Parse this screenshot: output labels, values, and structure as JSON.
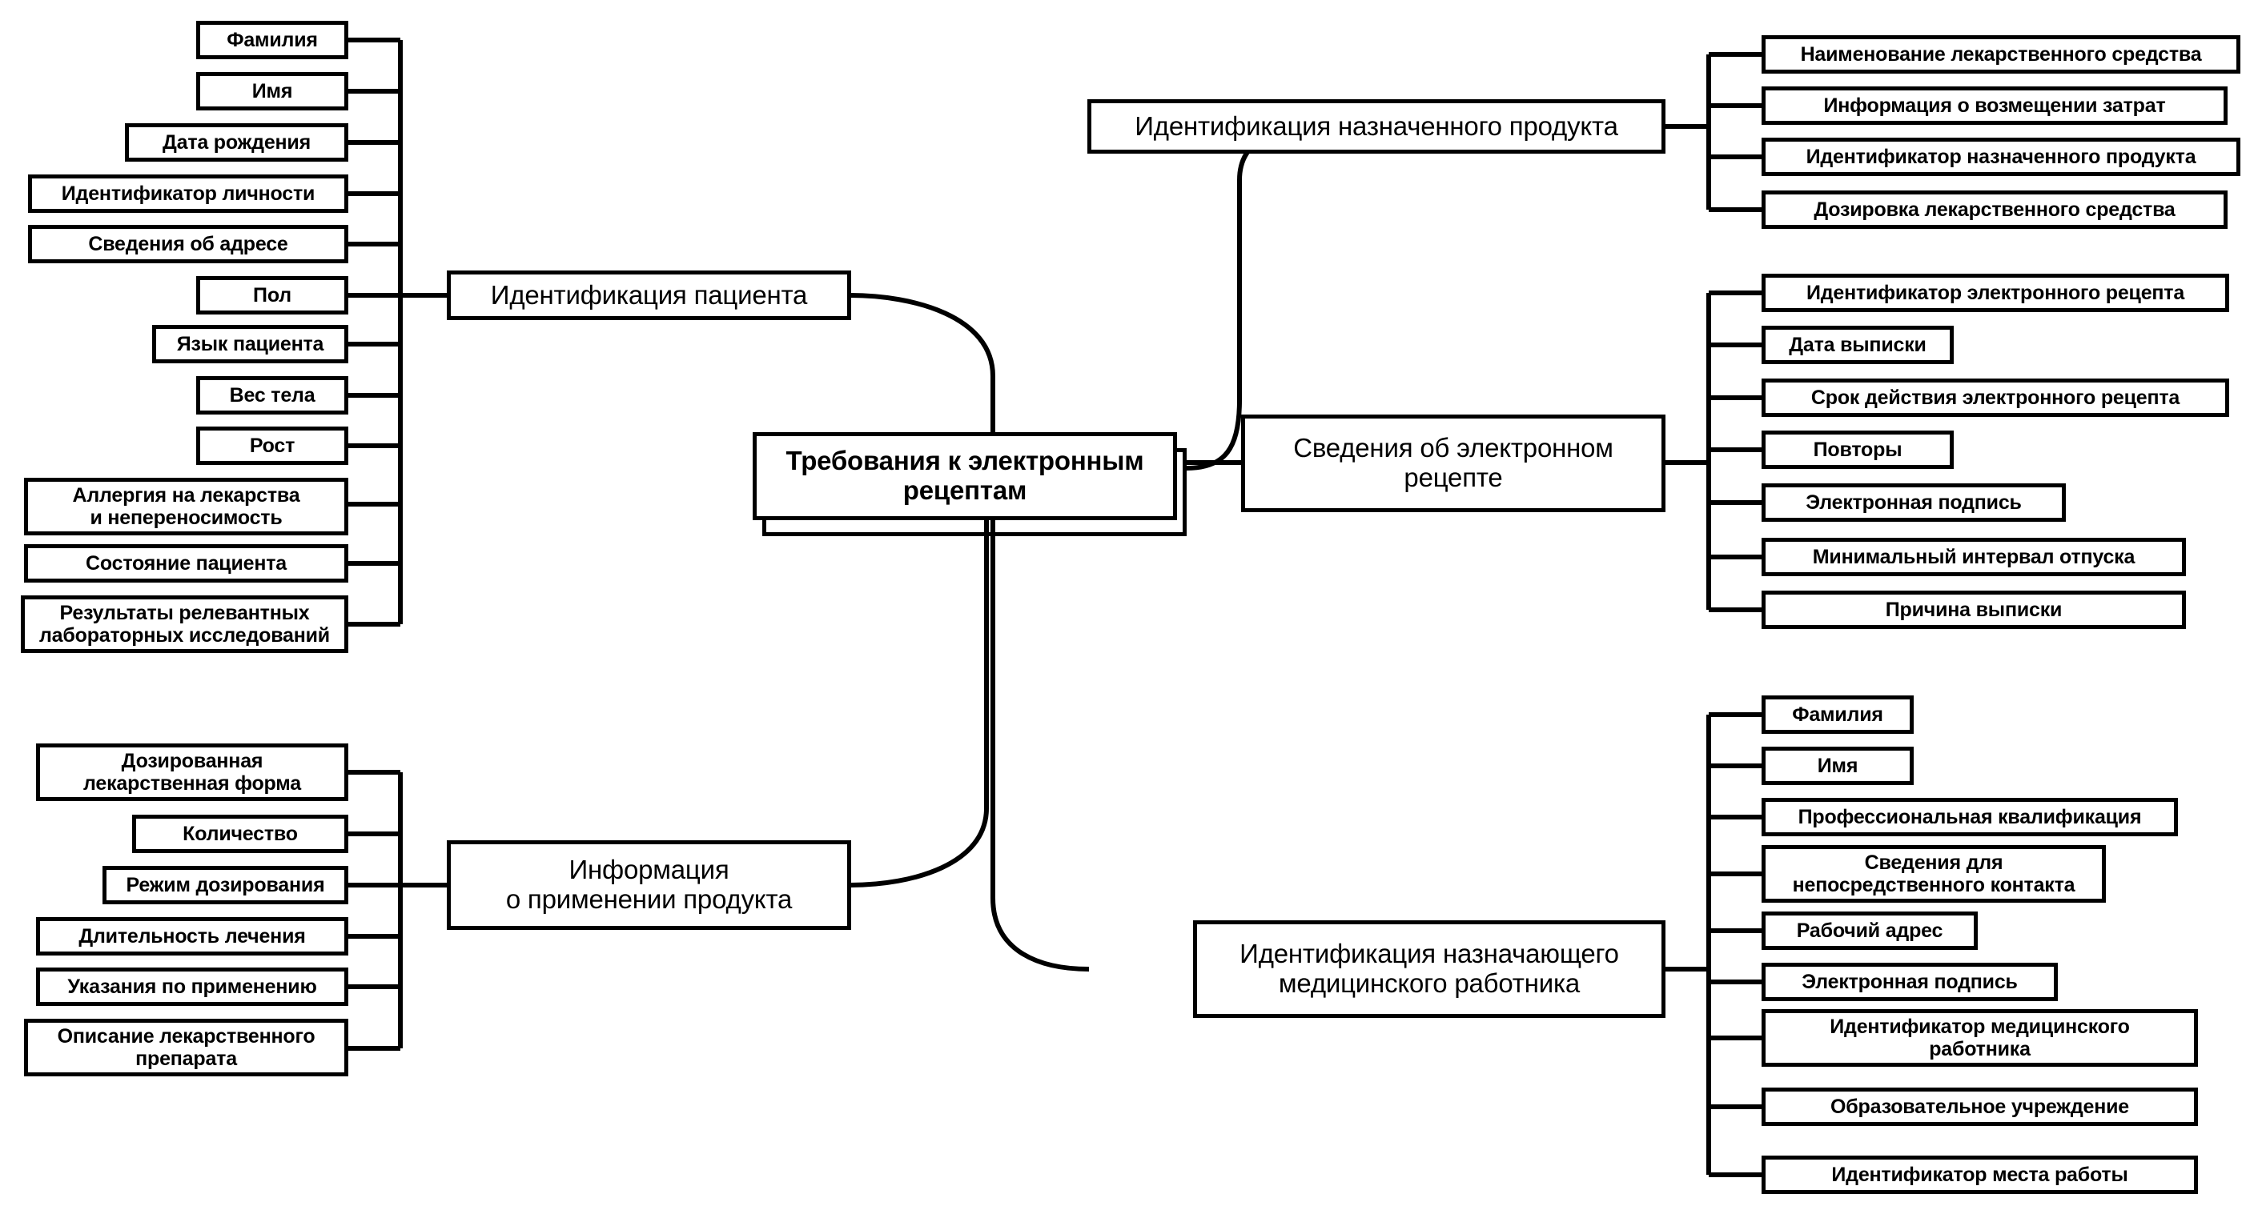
{
  "diagram": {
    "type": "mind-map",
    "title": "Требования к электронным рецептам",
    "root": {
      "label": "Требования к электронным\nрецептам"
    },
    "branches": [
      {
        "id": "patient-identification",
        "label": "Идентификация пациента",
        "side": "left",
        "leaves": [
          "Фамилия",
          "Имя",
          "Дата рождения",
          "Идентификатор личности",
          "Сведения об адресе",
          "Пол",
          "Язык пациента",
          "Вес тела",
          "Рост",
          "Аллергия на лекарства\nи непереносимость",
          "Состояние пациента",
          "Результаты релевантных\nлабораторных исследований"
        ]
      },
      {
        "id": "product-usage-information",
        "label": "Информация\nо применении продукта",
        "side": "left",
        "leaves": [
          "Дозированная\nлекарственная форма",
          "Количество",
          "Режим дозирования",
          "Длительность лечения",
          "Указания по применению",
          "Описание лекарственного\nпрепарата"
        ]
      },
      {
        "id": "prescribed-product-identification",
        "label": "Идентификация назначенного продукта",
        "side": "right",
        "leaves": [
          "Наименование лекарственного средства",
          "Информация о возмещении затрат",
          "Идентификатор назначенного продукта",
          "Дозировка лекарственного средства"
        ]
      },
      {
        "id": "electronic-prescription-details",
        "label": "Сведения об электронном\nрецепте",
        "side": "right",
        "leaves": [
          "Идентификатор электронного рецепта",
          "Дата выписки",
          "Срок действия электронного рецепта",
          "Повторы",
          "Электронная подпись",
          "Минимальный интервал отпуска",
          "Причина выписки"
        ]
      },
      {
        "id": "prescriber-identification",
        "label": "Идентификация назначающего\nмедицинского работника",
        "side": "right",
        "leaves": [
          "Фамилия",
          "Имя",
          "Профессиональная квалификация",
          "Сведения для\nнепосредственного контакта",
          "Рабочий адрес",
          "Электронная подпись",
          "Идентификатор медицинского\nработника",
          "Образовательное учреждение",
          "Идентификатор места работы"
        ]
      }
    ],
    "colors": {
      "stroke": "#000000",
      "fill": "#ffffff",
      "text": "#000000"
    }
  }
}
